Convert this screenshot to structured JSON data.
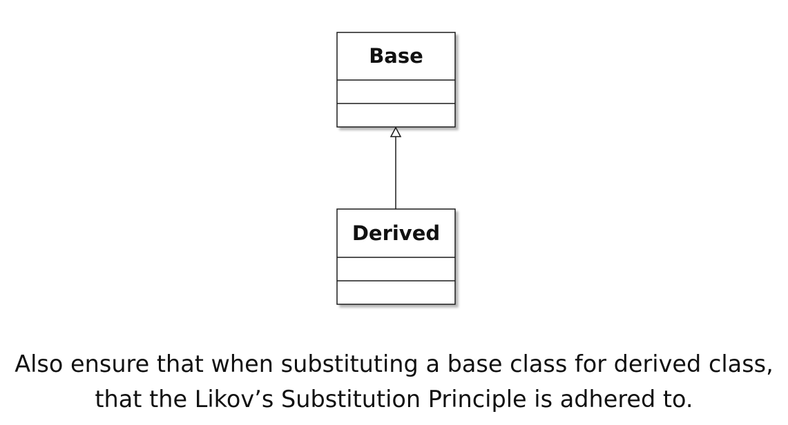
{
  "diagram": {
    "classes": [
      {
        "name": "Base"
      },
      {
        "name": "Derived"
      }
    ],
    "relationship": {
      "from": "Derived",
      "to": "Base",
      "kind": "generalization"
    }
  },
  "caption": {
    "line1": "Also ensure that when substituting a base class for derived class,",
    "line2": "that the Likov’s Substitution Principle is adhered to."
  }
}
